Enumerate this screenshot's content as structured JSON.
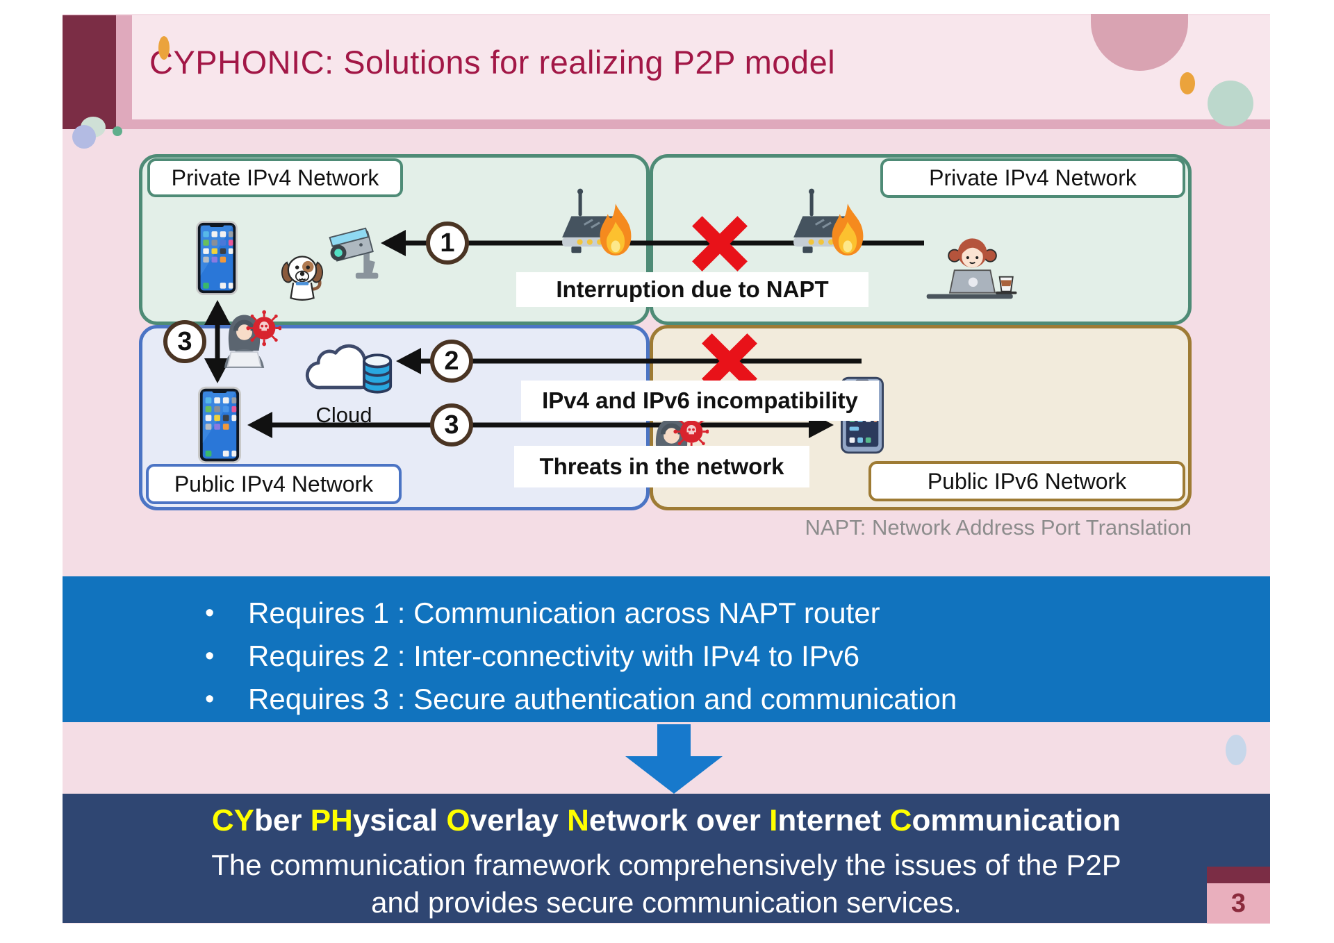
{
  "slide": {
    "title": "CYPHONIC: Solutions for realizing P2P model",
    "page_number": "3"
  },
  "diagram": {
    "networks": [
      {
        "label": "Private IPv4 Network"
      },
      {
        "label": "Private IPv4 Network"
      },
      {
        "label": "Public IPv4 Network"
      },
      {
        "label": "Public IPv6 Network"
      }
    ],
    "issues": [
      {
        "num": "1",
        "label": "Interruption due to NAPT"
      },
      {
        "num": "2",
        "label": "IPv4 and IPv6 incompatibility"
      },
      {
        "num": "3",
        "label": "Threats in the network"
      }
    ],
    "cloud_label": "Cloud",
    "caption": "NAPT: Network Address Port Translation"
  },
  "requirements": {
    "bullet": "•",
    "items": [
      "Requires 1 : Communication across NAPT router",
      "Requires 2 : Inter-connectivity with IPv4 to IPv6",
      "Requires 3 : Secure authentication and communication"
    ]
  },
  "conclusion": {
    "acronym": [
      {
        "t": "CY",
        "hl": true
      },
      {
        "t": "ber ",
        "hl": false
      },
      {
        "t": "PH",
        "hl": true
      },
      {
        "t": "ysical ",
        "hl": false
      },
      {
        "t": "O",
        "hl": true
      },
      {
        "t": "verlay ",
        "hl": false
      },
      {
        "t": "N",
        "hl": true
      },
      {
        "t": "etwork over ",
        "hl": false
      },
      {
        "t": "I",
        "hl": true
      },
      {
        "t": "nternet ",
        "hl": false
      },
      {
        "t": "C",
        "hl": true
      },
      {
        "t": "ommunication",
        "hl": false
      }
    ],
    "line1": "The communication framework comprehensively the issues of the P2P",
    "line2": "and provides secure communication services."
  },
  "colors": {
    "accent_maroon": "#7B2D45",
    "title_text": "#A21746",
    "requirements_bg": "#1173BE",
    "conclusion_bg": "#2F4672",
    "highlight_yellow": "#FFFF00",
    "green_border": "#4E8B76",
    "blue_border": "#4B74C4",
    "tan_border": "#9E7B34",
    "red_x": "#E81219",
    "arrow_blue": "#1779CC"
  }
}
